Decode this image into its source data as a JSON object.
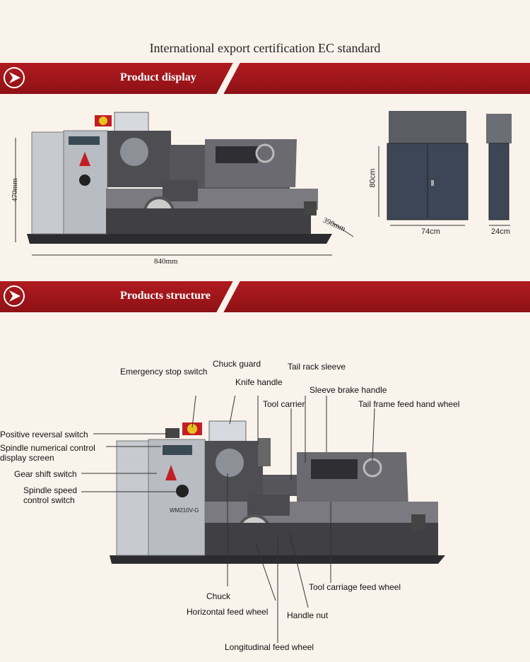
{
  "header": {
    "title": "International export certification    EC standard"
  },
  "sections": {
    "display": {
      "title": "Product display"
    },
    "structure": {
      "title": "Products structure"
    }
  },
  "machine": {
    "model": "WM210V-G"
  },
  "dimensions": {
    "height": "470mm",
    "length": "840mm",
    "depth": "390mm",
    "cabinet_height": "80cm",
    "cabinet_width": "74cm",
    "cabinet_depth": "24cm"
  },
  "labels": {
    "emergency_stop": "Emergency stop switch",
    "chuck_guard": "Chuck guard",
    "knife_handle": "Knife handle",
    "tail_rack_sleeve": "Tail rack sleeve",
    "tool_carrier": "Tool carrier",
    "sleeve_brake": "Sleeve brake handle",
    "tail_frame_wheel": "Tail frame feed hand wheel",
    "positive_reversal": "Positive reversal switch",
    "spindle_display_1": "Spindle numerical control",
    "spindle_display_2": "display screen",
    "gear_shift": "Gear shift switch",
    "spindle_speed_1": "Spindle speed",
    "spindle_speed_2": "control switch",
    "chuck": "Chuck",
    "tool_carriage_wheel": "Tool carriage feed wheel",
    "horizontal_wheel": "Horizontal feed wheel",
    "handle_nut": "Handle nut",
    "longitudinal_wheel": "Longitudinal feed wheel"
  },
  "colors": {
    "banner": "#9e161a",
    "background": "#faf3ec",
    "machine_gray": "#5a5a5e",
    "panel": "#b9bcc2"
  }
}
